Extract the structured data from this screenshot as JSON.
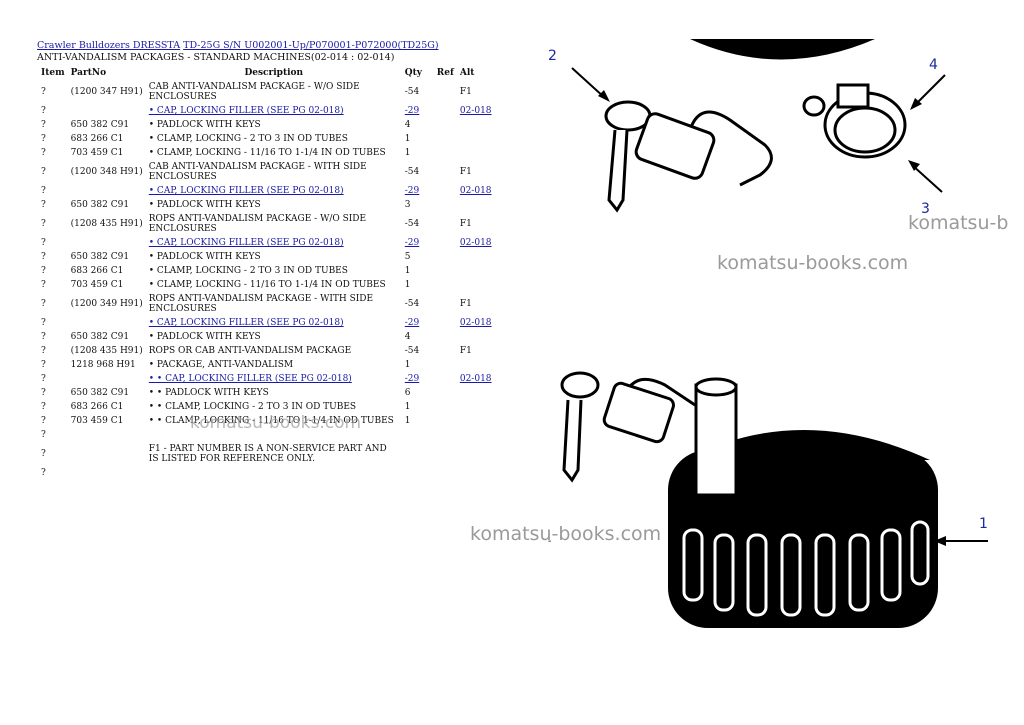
{
  "breadcrumb": {
    "link1": "Crawler Bulldozers DRESSTA",
    "link2": "TD-25G S/N U002001-Up/P070001-P072000(TD25G)"
  },
  "subtitle": "ANTI-VANDALISM PACKAGES - STANDARD MACHINES(02-014 : 02-014)",
  "table": {
    "headers": {
      "item": "Item",
      "part": "PartNo",
      "desc": "Description",
      "qty": "Qty",
      "ref": "Ref",
      "alt": "Alt"
    },
    "rows": [
      {
        "item": "?",
        "part": "(1200 347 H91)",
        "desc": "CAB ANTI-VANDALISM PACKAGE - W/O SIDE ENCLOSURES",
        "qty": "-54",
        "alt": "F1"
      },
      {
        "item": "?",
        "part": "",
        "desc": "• CAP, LOCKING FILLER (SEE PG 02-018)",
        "qty": "-29",
        "alt": "02-018",
        "link": true
      },
      {
        "item": "?",
        "part": "650 382 C91",
        "desc": "• PADLOCK WITH KEYS",
        "qty": "4",
        "alt": ""
      },
      {
        "item": "?",
        "part": "683 266 C1",
        "desc": "• CLAMP, LOCKING - 2 TO 3 IN OD TUBES",
        "qty": "1",
        "alt": ""
      },
      {
        "item": "?",
        "part": "703 459 C1",
        "desc": "• CLAMP, LOCKING - 11/16 TO 1-1/4 IN OD TUBES",
        "qty": "1",
        "alt": ""
      },
      {
        "item": "?",
        "part": "(1200 348 H91)",
        "desc": "CAB ANTI-VANDALISM PACKAGE - WITH SIDE ENCLOSURES",
        "qty": "-54",
        "alt": "F1"
      },
      {
        "item": "?",
        "part": "",
        "desc": "• CAP, LOCKING FILLER (SEE PG 02-018)",
        "qty": "-29",
        "alt": "02-018",
        "link": true
      },
      {
        "item": "?",
        "part": "650 382 C91",
        "desc": "• PADLOCK WITH KEYS",
        "qty": "3",
        "alt": ""
      },
      {
        "item": "?",
        "part": "(1208 435 H91)",
        "desc": "ROPS ANTI-VANDALISM PACKAGE - W/O SIDE ENCLOSURES",
        "qty": "-54",
        "alt": "F1"
      },
      {
        "item": "?",
        "part": "",
        "desc": "• CAP, LOCKING FILLER (SEE PG 02-018)",
        "qty": "-29",
        "alt": "02-018",
        "link": true
      },
      {
        "item": "?",
        "part": "650 382 C91",
        "desc": "• PADLOCK WITH KEYS",
        "qty": "5",
        "alt": ""
      },
      {
        "item": "?",
        "part": "683 266 C1",
        "desc": "• CLAMP, LOCKING - 2 TO 3 IN OD TUBES",
        "qty": "1",
        "alt": ""
      },
      {
        "item": "?",
        "part": "703 459 C1",
        "desc": "• CLAMP, LOCKING - 11/16 TO 1-1/4 IN OD TUBES",
        "qty": "1",
        "alt": ""
      },
      {
        "item": "?",
        "part": "(1200 349 H91)",
        "desc": "ROPS ANTI-VANDALISM PACKAGE - WITH SIDE ENCLOSURES",
        "qty": "-54",
        "alt": "F1"
      },
      {
        "item": "?",
        "part": "",
        "desc": "• CAP, LOCKING FILLER (SEE PG 02-018)",
        "qty": "-29",
        "alt": "02-018",
        "link": true
      },
      {
        "item": "?",
        "part": "650 382 C91",
        "desc": "• PADLOCK WITH KEYS",
        "qty": "4",
        "alt": ""
      },
      {
        "item": "?",
        "part": "(1208 435 H91)",
        "desc": "ROPS OR CAB ANTI-VANDALISM PACKAGE",
        "qty": "-54",
        "alt": "F1"
      },
      {
        "item": "?",
        "part": "1218 968 H91",
        "desc": "• PACKAGE, ANTI-VANDALISM",
        "qty": "1",
        "alt": ""
      },
      {
        "item": "?",
        "part": "",
        "desc": "• • CAP, LOCKING FILLER (SEE PG 02-018)",
        "qty": "-29",
        "alt": "02-018",
        "link": true
      },
      {
        "item": "?",
        "part": "650 382 C91",
        "desc": "• • PADLOCK WITH KEYS",
        "qty": "6",
        "alt": ""
      },
      {
        "item": "?",
        "part": "683 266 C1",
        "desc": "• • CLAMP, LOCKING - 2 TO 3 IN OD TUBES",
        "qty": "1",
        "alt": ""
      },
      {
        "item": "?",
        "part": "703 459 C1",
        "desc": "• • CLAMP, LOCKING - 11/16 TO 1-1/4 IN OD TUBES",
        "qty": "1",
        "alt": ""
      },
      {
        "item": "?",
        "part": "",
        "desc": "",
        "qty": "",
        "alt": ""
      },
      {
        "item": "?",
        "part": "",
        "desc": "F1 - PART NUMBER IS A NON-SERVICE PART AND IS LISTED FOR REFERENCE ONLY.",
        "qty": "",
        "alt": ""
      },
      {
        "item": "?",
        "part": "",
        "desc": "",
        "qty": "",
        "alt": ""
      }
    ]
  },
  "watermarks": [
    "komatsu-books.com",
    "komatsu-b",
    "komatsu-books.com",
    "komatsu-books.com"
  ],
  "callouts": [
    "1",
    "2",
    "3",
    "4"
  ],
  "colors": {
    "link": "#1a1aa8",
    "callout": "#1a2aa0",
    "watermark": "#9a9a9a"
  }
}
